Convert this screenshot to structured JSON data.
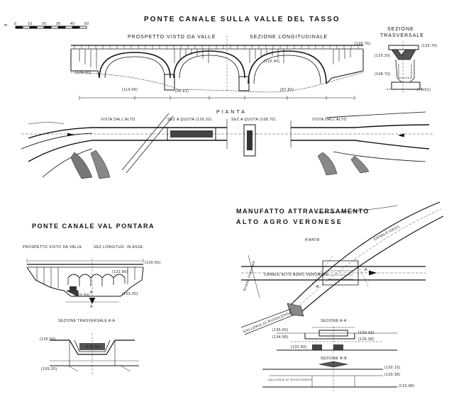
{
  "sheet": {
    "main_title": "PONTE CANALE SULLA VALLE DEL TASSO",
    "scale_ticks": [
      "0",
      "10",
      "20",
      "30",
      "40",
      "50"
    ],
    "scale_unit": "m."
  },
  "tasso": {
    "prospetto": "PROSPETTO VISTO DA VALLE",
    "sezione_long": "SEZIONE LONGITUDINALE",
    "sezione_trasv": "SEZIONE",
    "sezione_trasv2": "TRASVERSALE",
    "pianta": "PIANTA",
    "vista_left": "VISTA DALL'ALTO",
    "vista_right": "VISTA DALL'ALTO",
    "sez_quota_1": "SEZ.A QUOTA (129.20)",
    "sez_quota_2": "SEZ.A QUOTA (108.70)",
    "elev_top": "(130.76)",
    "elev_mid": "(122.40)",
    "elev_left": "(129.50)",
    "elev_base_left": "(114.09)",
    "elev_base_mid": "(96.61)",
    "elev_base_right": "(97.92)",
    "elev_trasv_top": "(130.76)",
    "elev_trasv_mid": "(129.20)",
    "elev_trasv_low": "(108.70)",
    "elev_trasv_base": "(76.61)"
  },
  "pontara": {
    "title": "PONTE CANALE VAL PONTARA",
    "prospetto": "PROSPETTO VISTO DA VALLE",
    "sezione_long": "SEZ.LONGITUD. IN ASSE",
    "sezione_trasv": "SEZIONE TRASVERSALE A:A",
    "elev_top": "(130.50)",
    "elev_mid": "(122.86)",
    "elev_low": "(103.20)",
    "elev_low2": "(103.50)",
    "elev_s_top": "(130.50)",
    "elev_s_mid": "(122.86)",
    "elev_s_base": "(105.20)",
    "label_a": "A",
    "label_a2": "A"
  },
  "manufatto": {
    "title_1": "MANUFATTO ATTRAVERSAMENTO",
    "title_2": "ALTO AGRO VERONESE",
    "pianta": "PIANTA",
    "canale_alto": "CANALE ALTO AGRO VERONESE",
    "canale_arzil": "CANALE ARZIL",
    "galleria": "GALLERIA DI RUSOLENGO",
    "strada": "Strada comunale",
    "sezione_aa": "SEZIONE A-A",
    "sezione_bb": "SEZIONE B-B",
    "elev_aa_1": "(135.50)",
    "elev_aa_2": "(134.58)",
    "elev_aa_3": "(132.89)",
    "elev_aa_r1": "(130.33)",
    "elev_aa_r2": "(129.38)",
    "elev_bb_1": "(130.15)",
    "elev_bb_2": "(129.38)",
    "elev_bb_3": "(123.88)",
    "galleria_bb": "GALLERIA DI RUSOLENGO",
    "label_a": "A",
    "label_b": "B"
  }
}
